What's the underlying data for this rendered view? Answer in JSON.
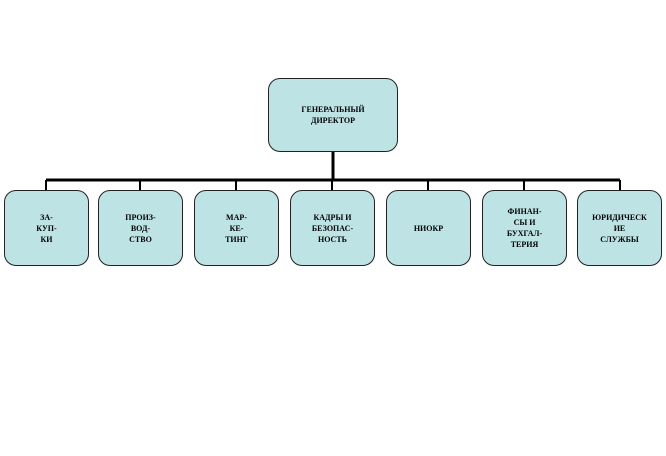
{
  "root": {
    "label": "ГЕНЕРАЛЬНЫЙ\nДИРЕКТОР"
  },
  "children": [
    {
      "label": "ЗА-\nКУП-\nКИ"
    },
    {
      "label": "ПРОИЗ-\nВОД-\nСТВО"
    },
    {
      "label": "МАР-\nКЕ-\nТИНГ"
    },
    {
      "label": "КАДРЫ И\nБЕЗОПАС-\nНОСТЬ"
    },
    {
      "label": "НИОКР"
    },
    {
      "label": "ФИНАН-\nСЫ И\nБУХГАЛ-\nТЕРИЯ"
    },
    {
      "label": "ЮРИДИЧЕСК\nИЕ\nСЛУЖБЫ"
    }
  ],
  "colors": {
    "node_fill": "#bde3e4",
    "border": "#222222",
    "connector": "#000000"
  }
}
